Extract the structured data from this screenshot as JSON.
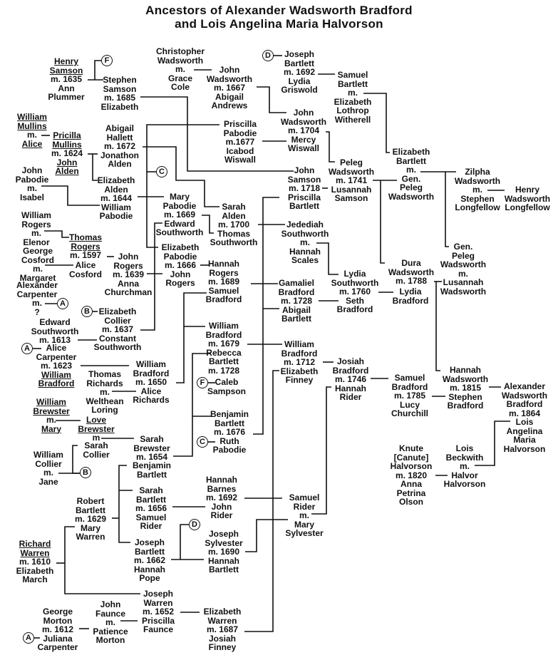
{
  "title": [
    "Ancestors of Alexander Wadsworth Bradford",
    "and Lois Angelina Maria Halvorson"
  ],
  "people": [
    {
      "lines": [
        "Henry",
        "Samson",
        "m. 1635",
        "Ann",
        "Plummer"
      ]
    },
    {
      "lines": [
        "Stephen",
        "Samson",
        "m. 1685",
        "Elizabeth"
      ]
    },
    {
      "lines": [
        "Christopher",
        "Wadsworth",
        "m.",
        "Grace",
        "Cole"
      ]
    },
    {
      "lines": [
        "John",
        "Wadsworth",
        "m. 1667",
        "Abigail",
        "Andrews"
      ]
    },
    {
      "lines": [
        "Joseph",
        "Bartlett",
        "m. 1692",
        "Lydia",
        "Griswold"
      ]
    },
    {
      "lines": [
        "Samuel",
        "Bartlett",
        "m.",
        "Elizabeth",
        "Lothrop",
        "Witherell"
      ]
    },
    {
      "lines": [
        "John",
        "Wadsworth",
        "m. 1704",
        "Mercy",
        "Wiswall"
      ]
    },
    {
      "lines": [
        "Priscilla",
        "Pabodie",
        "m.1677",
        "Icabod",
        "Wiswall"
      ]
    },
    {
      "lines": [
        "William",
        "Mullins",
        "m.",
        "Alice"
      ]
    },
    {
      "lines": [
        "Pricilla",
        "Mullins",
        "m. 1624",
        "John",
        "Alden"
      ]
    },
    {
      "lines": [
        "Abigail",
        "Hallett",
        "m. 1672",
        "Jonathon",
        "Alden"
      ]
    },
    {
      "lines": [
        "John",
        "Pabodie",
        "m.",
        "Isabel"
      ]
    },
    {
      "lines": [
        "Elizabeth",
        "Alden",
        "m. 1644",
        "William",
        "Pabodie"
      ]
    },
    {
      "lines": [
        "Mary",
        "Pabodie",
        "m. 1669",
        "Edward",
        "Southworth"
      ]
    },
    {
      "lines": [
        "Sarah",
        "Alden",
        "m. 1700",
        "Thomas",
        "Southworth"
      ]
    },
    {
      "lines": [
        "John",
        "Samson",
        "m. 1718",
        "Priscilla",
        "Bartlett"
      ]
    },
    {
      "lines": [
        "Peleg",
        "Wadsworth",
        "m. 1741",
        "Lusannah",
        "Samson"
      ]
    },
    {
      "lines": [
        "Elizabeth",
        "Bartlett",
        "m.",
        "Gen.",
        "Peleg",
        "Wadsworth"
      ]
    },
    {
      "lines": [
        "Zilpha",
        "Wadsworth",
        "m.",
        "Stephen",
        "Longfellow"
      ]
    },
    {
      "lines": [
        "Henry",
        "Wadsworth",
        "Longfellow"
      ]
    },
    {
      "lines": [
        "William",
        "Rogers",
        "m.",
        "Elenor"
      ]
    },
    {
      "lines": [
        "Thomas",
        "Rogers",
        "m. 1597"
      ]
    },
    {
      "lines": [
        "George",
        "Cosford",
        "m.",
        "Margaret"
      ]
    },
    {
      "lines": [
        "John",
        "Rogers",
        "m. 1639",
        "Anna",
        "Churchman"
      ]
    },
    {
      "lines": [
        "Alice",
        "Cosford"
      ]
    },
    {
      "lines": [
        "Elizabeth",
        "Pabodie",
        "m. 1666",
        "John",
        "Rogers"
      ]
    },
    {
      "lines": [
        "Jedediah",
        "Southworth",
        "m.",
        "Hannah",
        "Scales"
      ]
    },
    {
      "lines": [
        "Hannah",
        "Rogers",
        "m. 1689",
        "Samuel",
        "Bradford"
      ]
    },
    {
      "lines": [
        "Gen.",
        "Peleg",
        "Wadsworth",
        "m.",
        "Lusannah",
        "Wadsworth"
      ]
    },
    {
      "lines": [
        "Dura",
        "Wadsworth",
        "m. 1788"
      ]
    },
    {
      "lines": [
        "Lydia",
        "Southworth",
        "m. 1760",
        "Seth",
        "Bradford"
      ]
    },
    {
      "lines": [
        "Lydia",
        "Bradford"
      ]
    },
    {
      "lines": [
        "Gamaliel",
        "Bradford",
        "m. 1728",
        "Abigail",
        "Bartlett"
      ]
    },
    {
      "lines": [
        "Alexander",
        "Carpenter",
        "m.",
        "?"
      ]
    },
    {
      "lines": [
        "Elizabeth",
        "Collier",
        "m. 1637",
        "Constant",
        "Southworth"
      ]
    },
    {
      "lines": [
        "Edward",
        "Southworth",
        "m. 1613"
      ]
    },
    {
      "lines": [
        "Alice",
        "Carpenter",
        "m. 1623",
        "William",
        "Bradford"
      ]
    },
    {
      "lines": [
        "William",
        "Bradford",
        "m. 1679",
        "Rebecca",
        "Bartlett",
        "m. 1728"
      ]
    },
    {
      "lines": [
        "Caleb",
        "Sampson"
      ]
    },
    {
      "lines": [
        "William",
        "Bradford",
        "m. 1712",
        "Elizabeth",
        "Finney"
      ]
    },
    {
      "lines": [
        "Josiah",
        "Bradford",
        "m. 1746",
        "Hannah",
        "Rider"
      ]
    },
    {
      "lines": [
        "Thomas",
        "Richards",
        "m.",
        "Welthean",
        "Loring"
      ]
    },
    {
      "lines": [
        "William",
        "Bradford",
        "m. 1650",
        "Alice",
        "Richards"
      ]
    },
    {
      "lines": [
        "Samuel",
        "Bradford",
        "m. 1785",
        "Lucy",
        "Churchill"
      ]
    },
    {
      "lines": [
        "Hannah",
        "Wadsworth",
        "m. 1815",
        "Stephen",
        "Bradford"
      ]
    },
    {
      "lines": [
        "Alexander",
        "Wadsworth",
        "Bradford",
        "m. 1864",
        "Lois",
        "Angelina",
        "Maria",
        "Halvorson"
      ]
    },
    {
      "lines": [
        "William",
        "Brewster",
        "m.",
        "Mary"
      ]
    },
    {
      "lines": [
        "Love",
        "Brewster",
        "m"
      ]
    },
    {
      "lines": [
        "Sarah",
        "Brewster",
        "m. 1654"
      ]
    },
    {
      "lines": [
        "Benjamin",
        "Bartlett",
        "m. 1676",
        "Ruth",
        "Pabodie"
      ]
    },
    {
      "lines": [
        "Sarah",
        "Collier"
      ]
    },
    {
      "lines": [
        "William",
        "Collier",
        "m.",
        "Jane"
      ]
    },
    {
      "lines": [
        "Benjamin",
        "Bartlett"
      ]
    },
    {
      "lines": [
        "Knute",
        "[Canute]",
        "Halvorson",
        "m. 1820",
        "Anna",
        "Petrina",
        "Olson"
      ]
    },
    {
      "lines": [
        "Lois",
        "Beckwith",
        "m.",
        "Halvor",
        "Halvorson"
      ]
    },
    {
      "lines": [
        "Hannah",
        "Barnes",
        "m. 1692",
        "John",
        "Rider"
      ]
    },
    {
      "lines": [
        "Sarah",
        "Bartlett",
        "m. 1656",
        "Samuel",
        "Rider"
      ]
    },
    {
      "lines": [
        "Samuel",
        "Rider",
        "m.",
        "Mary",
        "Sylvester"
      ]
    },
    {
      "lines": [
        "Robert",
        "Bartlett",
        "m. 1629",
        "Mary",
        "Warren"
      ]
    },
    {
      "lines": [
        "Joseph",
        "Sylvester",
        "m. 1690",
        "Hannah",
        "Bartlett"
      ]
    },
    {
      "lines": [
        "Joseph",
        "Bartlett",
        "m. 1662",
        "Hannah",
        "Pope"
      ]
    },
    {
      "lines": [
        "Richard",
        "Warren",
        "m. 1610",
        "Elizabeth",
        "March"
      ]
    },
    {
      "lines": [
        "Joseph",
        "Warren",
        "m. 1652",
        "Priscilla",
        "Faunce"
      ]
    },
    {
      "lines": [
        "John",
        "Faunce",
        "m.",
        "Patience",
        "Morton"
      ]
    },
    {
      "lines": [
        "George",
        "Morton",
        "m. 1612",
        "Juliana",
        "Carpenter"
      ]
    },
    {
      "lines": [
        "Elizabeth",
        "Warren",
        "m. 1687",
        "Josiah",
        "Finney"
      ]
    }
  ],
  "markers": [
    "F",
    "D",
    "C",
    "A",
    "B",
    "A",
    "F",
    "C",
    "B",
    "D",
    "A"
  ]
}
